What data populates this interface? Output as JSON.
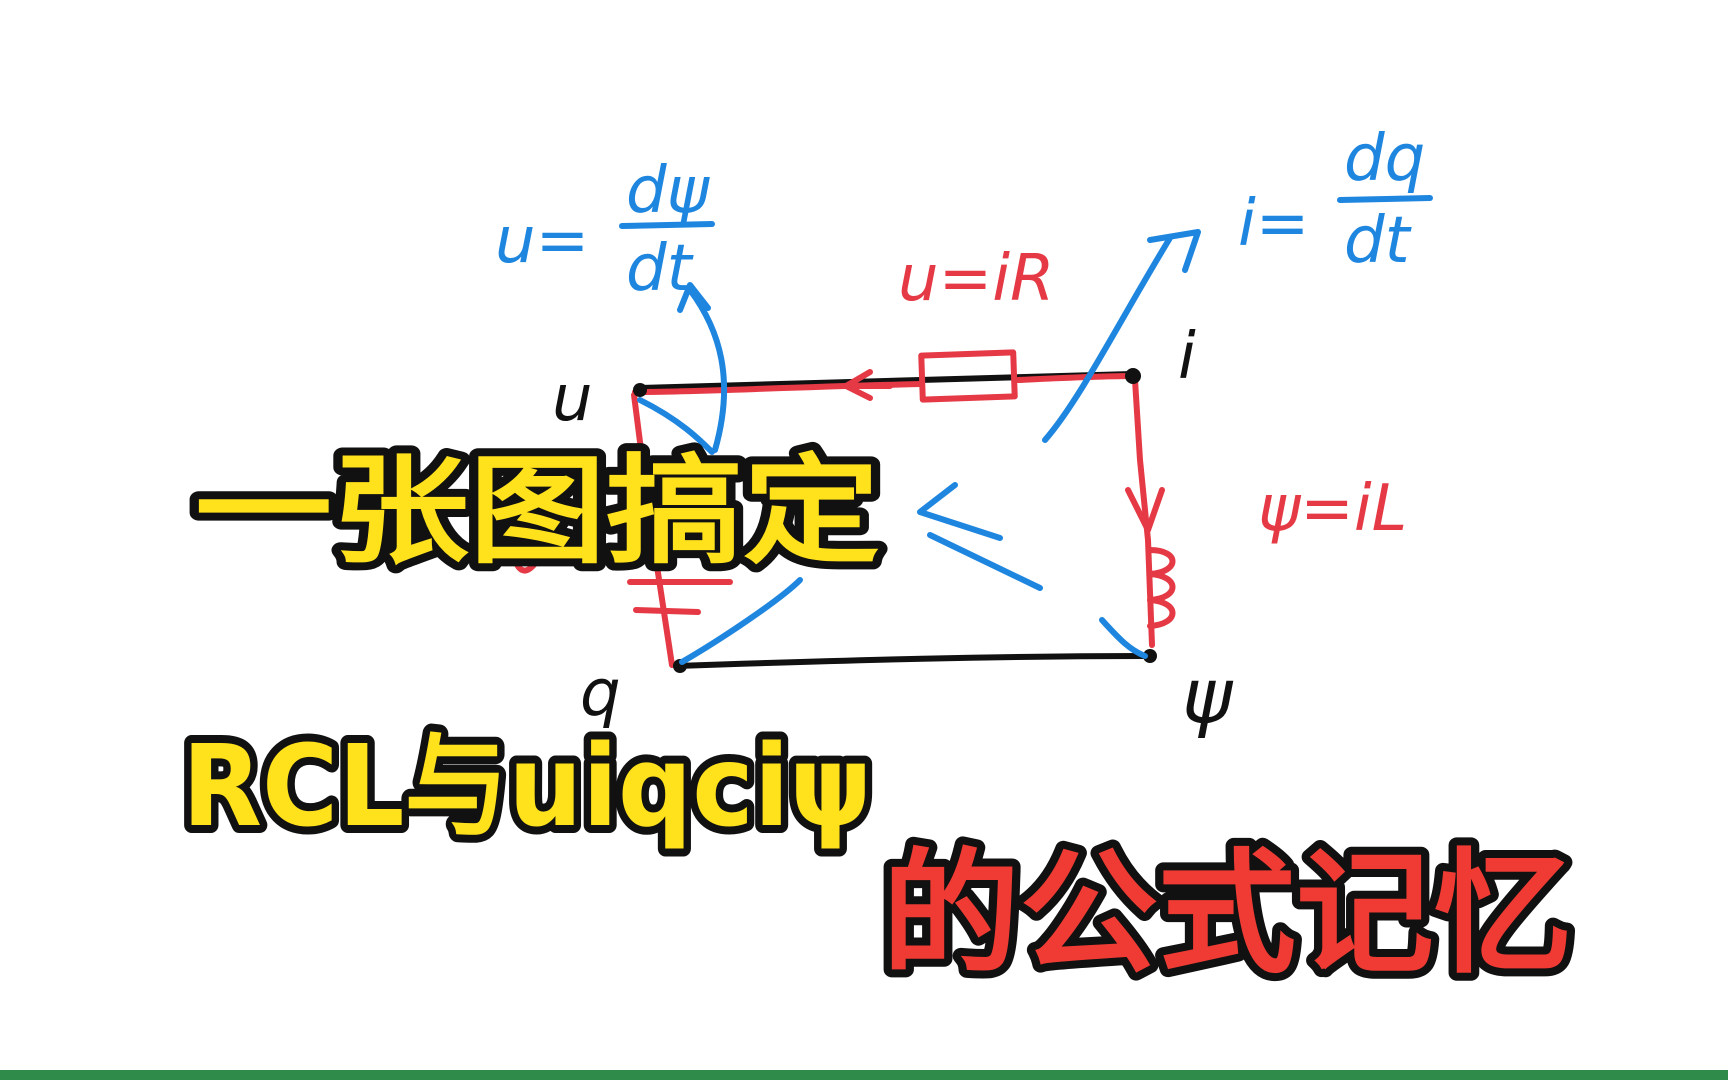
{
  "colors": {
    "background": "#ffffff",
    "ink_black": "#111111",
    "ink_blue": "#1f86e0",
    "ink_red": "#e53a45",
    "title_yellow": "#ffe11c",
    "title_red": "#ef3b33",
    "bottom_strip": "#2e8b4a"
  },
  "titles": {
    "line1": "一张图搞定",
    "line2": "RCL与uiqciψ",
    "line3": "的公式记忆"
  },
  "corner_labels": {
    "top_left": "u",
    "top_right": "i",
    "bottom_left": "q",
    "bottom_right": "ψ"
  },
  "formulas": {
    "u_dpsi": {
      "lhs": "u=",
      "num": "dψ",
      "den": "dt"
    },
    "i_dq": {
      "lhs": "i=",
      "num": "dq",
      "den": "dt"
    },
    "u_ir": "u=iR",
    "psi_il": "ψ=iL"
  }
}
